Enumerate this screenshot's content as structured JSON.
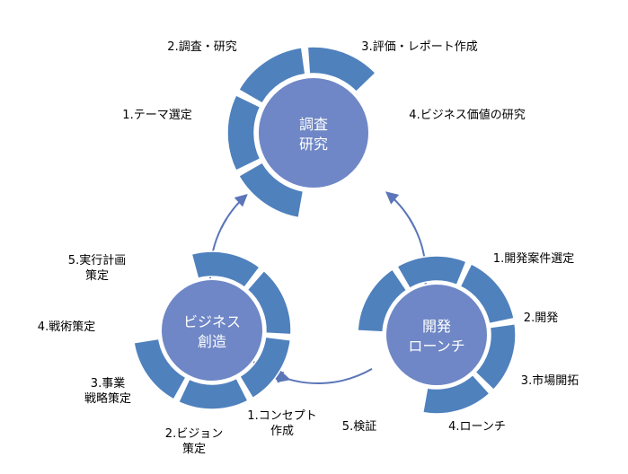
{
  "colors": {
    "segment": "#4f81bd",
    "segment_border": "#ffffff",
    "hub": "#6f87c6",
    "hub_border": "#ffffff",
    "connector": "#5b76b8",
    "label": "#000000",
    "hub_text": "#ffffff"
  },
  "cycles": [
    {
      "id": "research",
      "hub_lines": [
        "調査",
        "研究"
      ],
      "segments": [
        {
          "lines": [
            "1.テーマ選定"
          ]
        },
        {
          "lines": [
            "2.調査・研究"
          ]
        },
        {
          "lines": [
            "3.評価・レポート作成"
          ]
        },
        {
          "lines": [
            "4.ビジネス価値の研究"
          ]
        }
      ]
    },
    {
      "id": "development",
      "hub_lines": [
        "開発",
        "ローンチ"
      ],
      "segments": [
        {
          "lines": [
            "1.開発案件選定"
          ]
        },
        {
          "lines": [
            "2.開発"
          ]
        },
        {
          "lines": [
            "3.市場開拓"
          ]
        },
        {
          "lines": [
            "4.ローンチ"
          ]
        },
        {
          "lines": [
            "5.検証"
          ]
        }
      ]
    },
    {
      "id": "business",
      "hub_lines": [
        "ビジネス",
        "創造"
      ],
      "segments": [
        {
          "lines": [
            "1.コンセプト",
            "作成"
          ]
        },
        {
          "lines": [
            "2.ビジョン",
            "策定"
          ]
        },
        {
          "lines": [
            "3.事業",
            "戦略策定"
          ]
        },
        {
          "lines": [
            "4.戦術策定"
          ]
        },
        {
          "lines": [
            "5.実行計画",
            "策定"
          ]
        }
      ]
    }
  ]
}
